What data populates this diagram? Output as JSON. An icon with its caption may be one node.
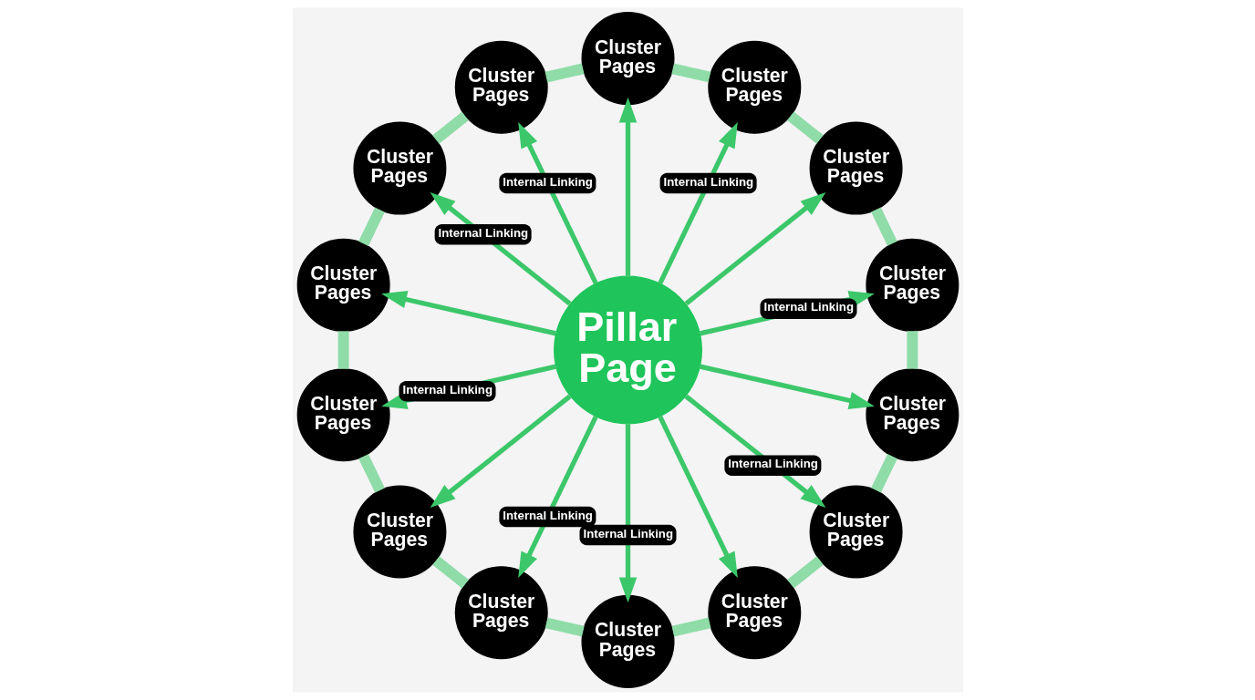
{
  "diagram": {
    "nodes": [
      {
        "text": [
          "Pillar Page"
        ]
      },
      {
        "text": [
          "Cluster Pages"
        ]
      },
      {
        "text": [
          "Cluster Pages"
        ]
      },
      {
        "text": [
          "Cluster Pages"
        ]
      },
      {
        "text": [
          "Cluster Pages"
        ]
      },
      {
        "text": [
          "Cluster Pages"
        ]
      },
      {
        "text": [
          "Cluster Pages"
        ]
      },
      {
        "text": [
          "Cluster Pages"
        ]
      },
      {
        "text": [
          "Cluster Pages"
        ]
      },
      {
        "text": [
          "Cluster Pages"
        ]
      },
      {
        "text": [
          "Cluster Pages"
        ]
      },
      {
        "text": [
          "Cluster Pages"
        ]
      },
      {
        "text": [
          "Cluster Pages"
        ]
      },
      {
        "text": [
          "Cluster Pages"
        ]
      },
      {
        "text": [
          "Cluster Pages"
        ]
      }
    ],
    "edges": [
      {
        "from": 0,
        "to": 1,
        "arrow": "to",
        "label": "Internal Linking"
      },
      {
        "from": 0,
        "to": 2,
        "arrow": "to"
      },
      {
        "from": 0,
        "to": 3,
        "arrow": "to",
        "label": "Internal Linking"
      },
      {
        "from": 0,
        "to": 4,
        "arrow": "to"
      },
      {
        "from": 0,
        "to": 5,
        "arrow": "to",
        "label": "Internal Linking"
      },
      {
        "from": 0,
        "to": 6,
        "arrow": "to",
        "label": "Internal Linking"
      },
      {
        "from": 0,
        "to": 7,
        "arrow": "to"
      },
      {
        "from": 0,
        "to": 8,
        "arrow": "to",
        "label": "Internal Linking"
      },
      {
        "from": 0,
        "to": 9,
        "arrow": "to"
      },
      {
        "from": 0,
        "to": 10,
        "arrow": "to",
        "label": "Internal Linking"
      },
      {
        "from": 0,
        "to": 11,
        "arrow": "to",
        "label": "Internal Linking"
      },
      {
        "from": 0,
        "to": 12,
        "arrow": "to"
      },
      {
        "from": 0,
        "to": 13,
        "arrow": "to",
        "label": "Internal Linking"
      },
      {
        "from": 0,
        "to": 14,
        "arrow": "to"
      },
      {
        "from": 1,
        "to": 2,
        "arrow": "none",
        "style": "thick",
        "color": "#8fdca8"
      },
      {
        "from": 2,
        "to": 3,
        "arrow": "none",
        "style": "thick",
        "color": "#8fdca8"
      },
      {
        "from": 3,
        "to": 4,
        "arrow": "none",
        "style": "thick",
        "color": "#8fdca8"
      },
      {
        "from": 4,
        "to": 5,
        "arrow": "none",
        "style": "thick",
        "color": "#8fdca8"
      },
      {
        "from": 5,
        "to": 6,
        "arrow": "none",
        "style": "thick",
        "color": "#8fdca8"
      },
      {
        "from": 6,
        "to": 7,
        "arrow": "none",
        "style": "thick",
        "color": "#8fdca8"
      },
      {
        "from": 7,
        "to": 8,
        "arrow": "none",
        "style": "thick",
        "color": "#8fdca8"
      },
      {
        "from": 8,
        "to": 9,
        "arrow": "none",
        "style": "thick",
        "color": "#8fdca8"
      },
      {
        "from": 9,
        "to": 10,
        "arrow": "none",
        "style": "thick",
        "color": "#8fdca8"
      },
      {
        "from": 10,
        "to": 11,
        "arrow": "none",
        "style": "thick",
        "color": "#8fdca8"
      },
      {
        "from": 11,
        "to": 12,
        "arrow": "none",
        "style": "thick",
        "color": "#8fdca8"
      },
      {
        "from": 12,
        "to": 13,
        "arrow": "none",
        "style": "thick",
        "color": "#8fdca8"
      },
      {
        "from": 13,
        "to": 14,
        "arrow": "none",
        "style": "thick",
        "color": "#8fdca8"
      },
      {
        "from": 14,
        "to": 1,
        "arrow": "none",
        "style": "thick",
        "color": "#8fdca8"
      }
    ]
  }
}
